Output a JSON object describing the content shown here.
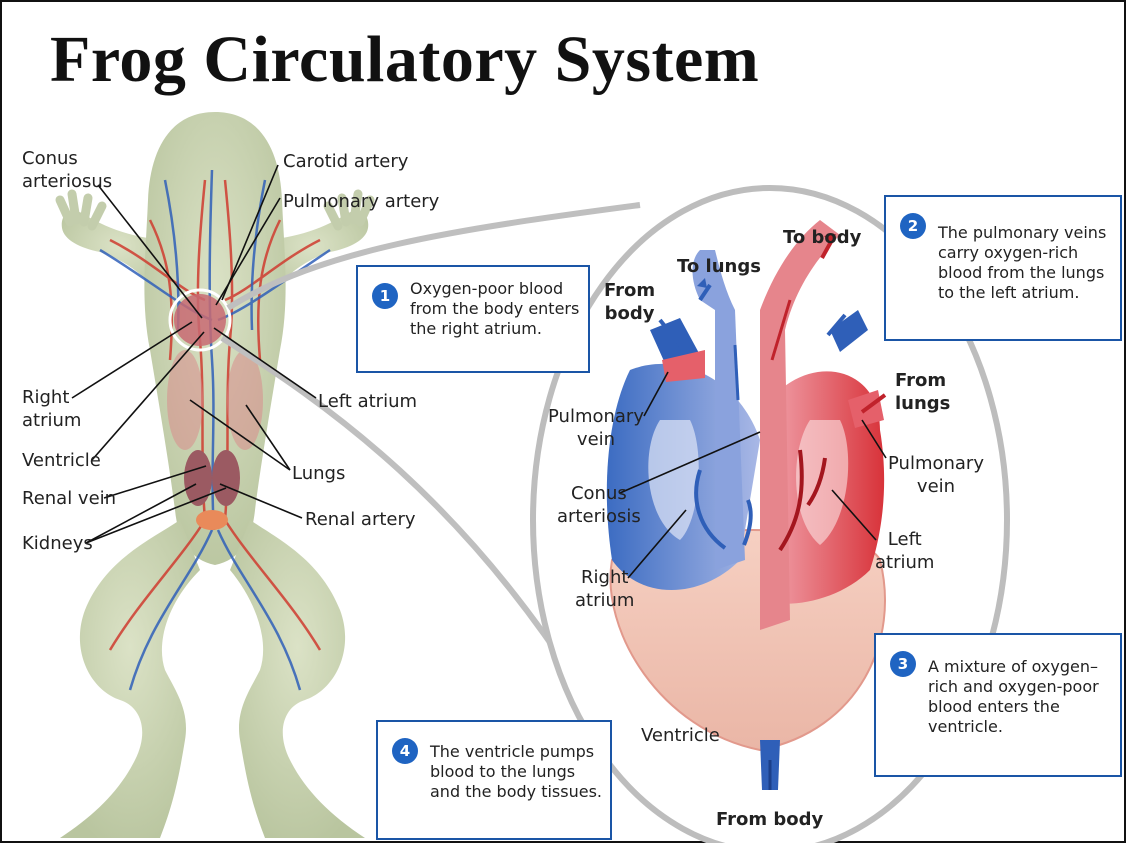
{
  "title": "Frog Circulatory System",
  "frog_labels": {
    "conus_arteriosus": [
      "Conus",
      "arteriosus"
    ],
    "carotid_artery": "Carotid artery",
    "pulmonary_artery": "Pulmonary artery",
    "right_atrium": [
      "Right",
      "atrium"
    ],
    "left_atrium": "Left atrium",
    "ventricle": "Ventricle",
    "lungs": "Lungs",
    "renal_vein": "Renal vein",
    "renal_artery": "Renal artery",
    "kidneys": "Kidneys"
  },
  "heart_labels": {
    "to_body_top": "To body",
    "to_lungs": "To lungs",
    "from_body_left": [
      "From",
      "body"
    ],
    "from_lungs": [
      "From",
      "lungs"
    ],
    "pulmonary_vein_left": [
      "Pulmonary",
      "vein"
    ],
    "pulmonary_vein_right": [
      "Pulmonary",
      "vein"
    ],
    "conus_arteriosis": [
      "Conus",
      "arteriosis"
    ],
    "right_atrium": [
      "Right",
      "atrium"
    ],
    "left_atrium": [
      "Left",
      "atrium"
    ],
    "ventricle": "Ventricle",
    "from_body_bottom": "From body"
  },
  "steps": [
    {
      "number": "1",
      "lines": [
        "Oxygen-poor blood",
        "from the body enters",
        "the right atrium."
      ]
    },
    {
      "number": "2",
      "lines": [
        "The pulmonary veins",
        "carry oxygen-rich",
        "blood from the lungs",
        "to the left atrium."
      ]
    },
    {
      "number": "3",
      "lines": [
        "A mixture of oxygen–",
        "rich and oxygen-poor",
        "blood enters the",
        "ventricle."
      ]
    },
    {
      "number": "4",
      "lines": [
        "The ventricle pumps",
        "blood to the lungs",
        "and the body tissues."
      ]
    }
  ],
  "colors": {
    "oxygen_rich": "#d8333a",
    "oxygen_poor": "#2f5fb8",
    "box_border": "#1a55a6",
    "frog_skin": "#c9d3b3"
  }
}
